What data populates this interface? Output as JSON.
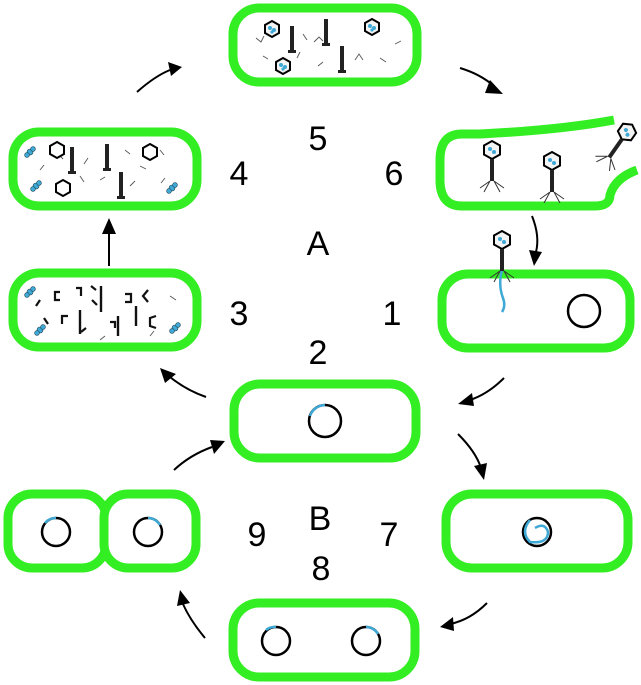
{
  "labels": {
    "n1": "1",
    "n2": "2",
    "n3": "3",
    "n4": "4",
    "n5": "5",
    "n6": "6",
    "n7": "7",
    "n8": "8",
    "n9": "9",
    "cycle_a": "A",
    "cycle_b": "B"
  },
  "colors": {
    "cell_outline": "#33ee22",
    "phage_dna": "#3fa9d6",
    "chromosome": "#000000"
  },
  "icons": {
    "phage": "bacteriophage-icon",
    "capsid": "capsid-head-icon",
    "tail": "phage-tail-icon"
  }
}
